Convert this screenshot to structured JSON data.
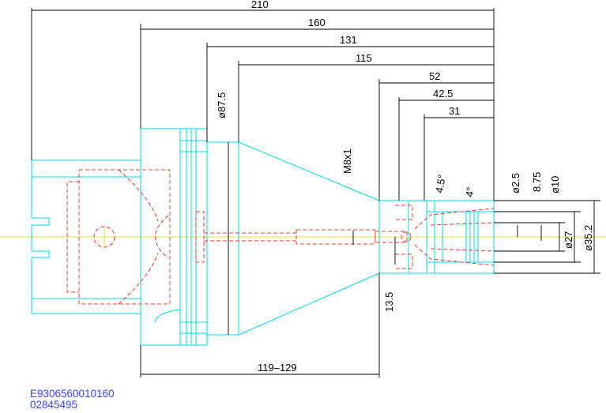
{
  "dimensions": {
    "total_length": "210",
    "length_160": "160",
    "length_131": "131",
    "length_115": "115",
    "length_52": "52",
    "length_42_5": "42.5",
    "length_31": "31",
    "flange_diameter": "ø87.5",
    "thread": "M8x1",
    "angle_4_5": "4.5°",
    "angle_4": "4°",
    "dia_2_5": "ø2.5",
    "dim_8_75": "8.75",
    "dia_10": "ø10",
    "dia_27": "ø27",
    "dia_35_2": "ø35.2",
    "dim_13_5": "13.5",
    "gauge_range": "119–129"
  },
  "codes": {
    "part_number": "E9306560010160",
    "serial_number": "02845495"
  },
  "colors": {
    "outline": "#00d8e8",
    "hidden": "#e8382c",
    "centerline": "#e6d200",
    "dimension": "#000000",
    "code_text": "#3c47d9"
  }
}
